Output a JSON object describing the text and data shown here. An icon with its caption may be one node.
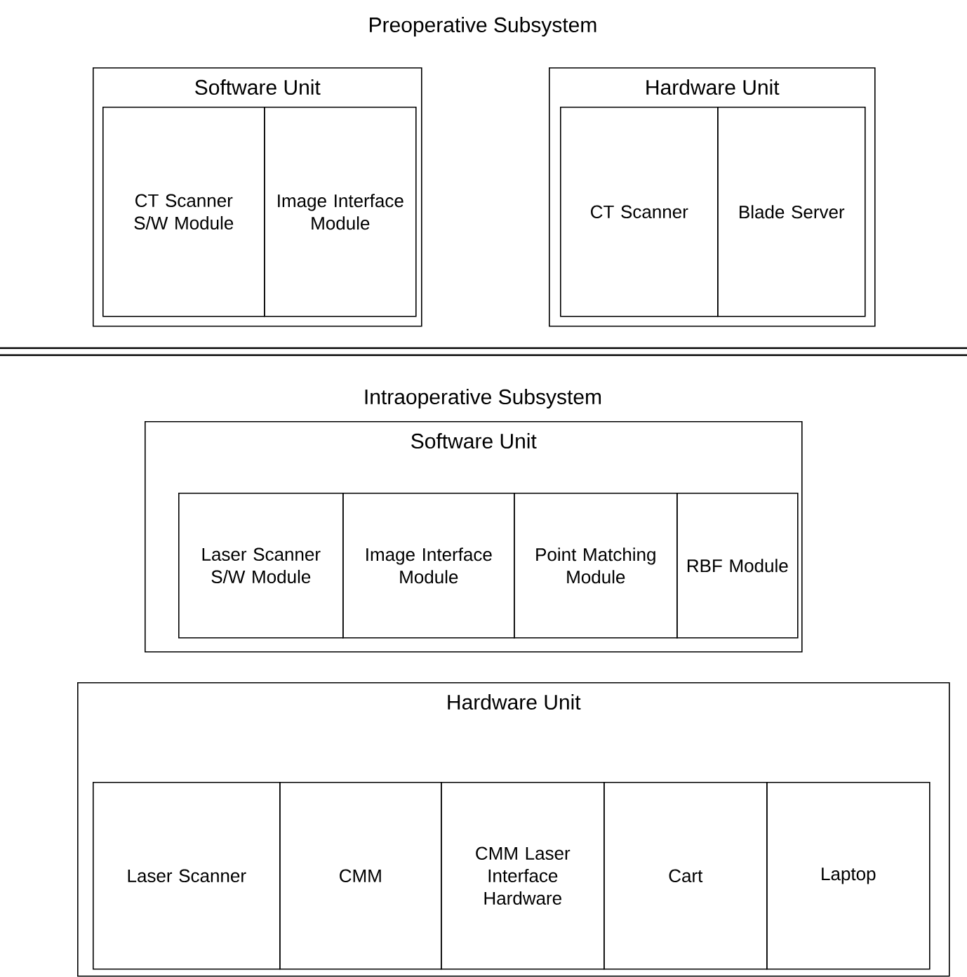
{
  "diagram": {
    "nodes": [
      {
        "text": [
          "Software Unit"
        ]
      },
      {
        "text": [
          "CT Scanner S/W Module"
        ],
        "in": 0
      },
      {
        "text": [
          "Image Interface Module"
        ],
        "in": 0
      },
      {
        "text": [
          "Hardware Unit"
        ]
      },
      {
        "text": [
          "CT Scanner"
        ],
        "in": 3
      },
      {
        "text": [
          "Blade Server"
        ],
        "in": 3
      },
      {
        "text": [
          "Software Unit"
        ]
      },
      {
        "text": [
          "Laser Scanner S/W Module"
        ],
        "in": 6
      },
      {
        "text": [
          "Image Interface Module"
        ],
        "in": 6
      },
      {
        "text": [
          "Point Matching Module"
        ],
        "in": 6
      },
      {
        "text": [
          "RBF Module"
        ],
        "in": 6
      },
      {
        "text": [
          "Hardware Unit"
        ]
      },
      {
        "text": [
          "Laser Scanner"
        ],
        "in": 11
      },
      {
        "text": [
          "CMM"
        ],
        "in": 11
      },
      {
        "text": [
          "CMM Laser Interface Hardware"
        ],
        "in": 11
      },
      {
        "text": [
          "Cart"
        ],
        "in": 11
      },
      {
        "text": [
          "Laptop"
        ],
        "in": 11
      }
    ],
    "labels": [
      "Preoperative Subsystem",
      "Intraoperative Subsystem"
    ]
  }
}
